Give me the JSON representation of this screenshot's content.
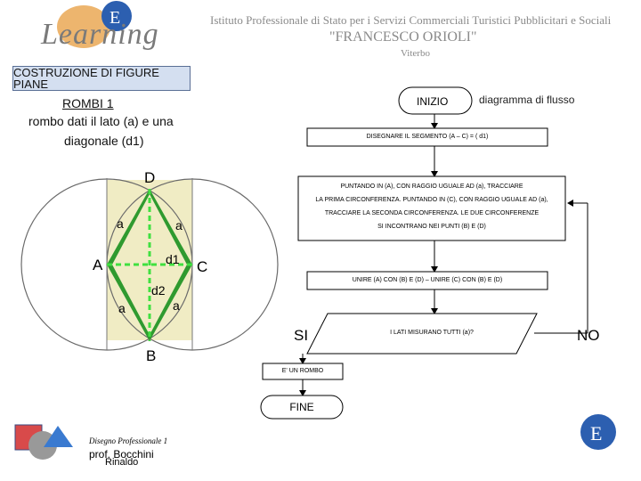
{
  "header": {
    "logo_text": "Learning",
    "institute_line": "Istituto Professionale di Stato per i Servizi Commerciali Turistici Pubblicitari e Sociali",
    "school_name": "\"FRANCESCO ORIOLI\"",
    "city": "Viterbo"
  },
  "lesson": {
    "section_title": "COSTRUZIONE DI FIGURE PIANE",
    "topic": "ROMBI 1",
    "description_line1": "rombo dati il lato (a) e una",
    "description_line2": "diagonale (d1)"
  },
  "figure": {
    "vertex_top": "D",
    "vertex_bottom": "B",
    "vertex_left": "A",
    "vertex_right": "C",
    "side_label": "a",
    "diag1_label": "d1",
    "diag2_label": "d2"
  },
  "flowchart": {
    "title": "diagramma di flusso",
    "start": "INIZIO",
    "step1": "DISEGNARE IL SEGMENTO (A – C) = ( d1)",
    "step2_line1": "PUNTANDO IN (A), CON RAGGIO UGUALE AD (a), TRACCIARE",
    "step2_line2": "LA PRIMA CIRCONFERENZA. PUNTANDO IN (C), CON RAGGIO UGUALE AD (a),",
    "step2_line3": "TRACCIARE LA SECONDA CIRCONFERENZA. LE DUE CIRCONFERENZE",
    "step2_line4": "SI INCONTRANO NEI PUNTI (B) E (D)",
    "step3": "UNIRE (A) CON (B) E (D) – UNIRE (C) CON (B) E (D)",
    "decision": "I LATI MISURANO TUTTI (a)?",
    "yes": "SI",
    "no": "NO",
    "result": "E' UN ROMBO",
    "end": "FINE"
  },
  "footer": {
    "course": "Disegno Professionale 1",
    "author_line1": "prof. Bocchini",
    "author_line2": "Rinaldo"
  },
  "colors": {
    "lens_fill": "#f0ecc4",
    "rhombus_fill": "#2f9a2f",
    "diagonal": "#40e040",
    "logo_blue": "#2c5fb0",
    "logo_orange": "#e8a34a"
  }
}
